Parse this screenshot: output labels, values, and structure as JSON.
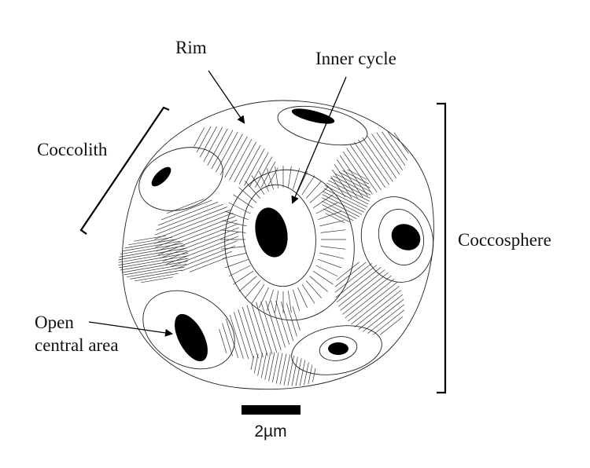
{
  "labels": {
    "rim": "Rim",
    "inner_cycle": "Inner cycle",
    "coccolith": "Coccolith",
    "coccosphere": "Coccosphere",
    "open_line1": "Open",
    "open_line2": "central area"
  },
  "scale_bar": {
    "label": "2µm"
  },
  "colors": {
    "ink": "#000000",
    "paper": "#ffffff"
  }
}
